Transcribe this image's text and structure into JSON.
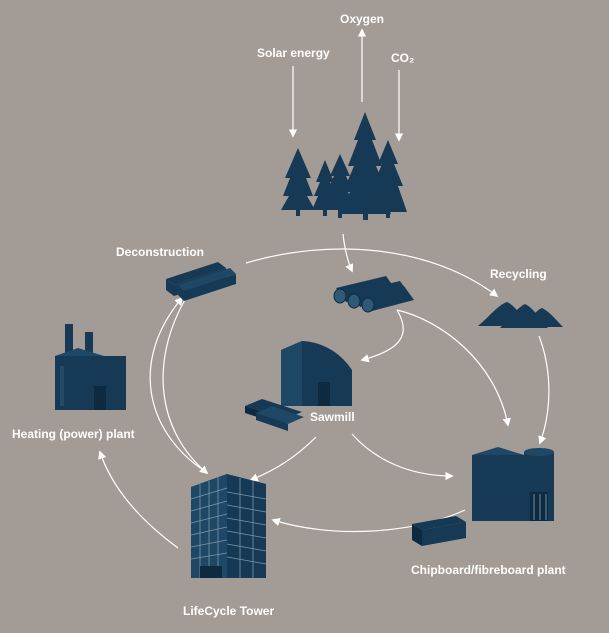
{
  "labels": {
    "oxygen": "Oxygen",
    "solar_energy": "Solar energy",
    "co2": "CO₂",
    "deconstruction": "Deconstruction",
    "recycling": "Recycling",
    "heating_plant": "Heating (power) plant",
    "sawmill": "Sawmill",
    "chipboard_plant": "Chipboard/fibreboard plant",
    "lifecycle_tower": "LifeCycle Tower"
  },
  "colors": {
    "background": "#a39b95",
    "icon": "#163a55",
    "arrow": "#ffffff",
    "text": "#ffffff"
  },
  "icons": [
    "forest-icon",
    "logs-icon",
    "stacked-timber-icon",
    "sawdust-piles-icon",
    "power-plant-icon",
    "sawmill-building-icon",
    "lumber-stack-icon",
    "chipboard-factory-icon",
    "chipboard-panel-icon",
    "tower-building-icon"
  ]
}
